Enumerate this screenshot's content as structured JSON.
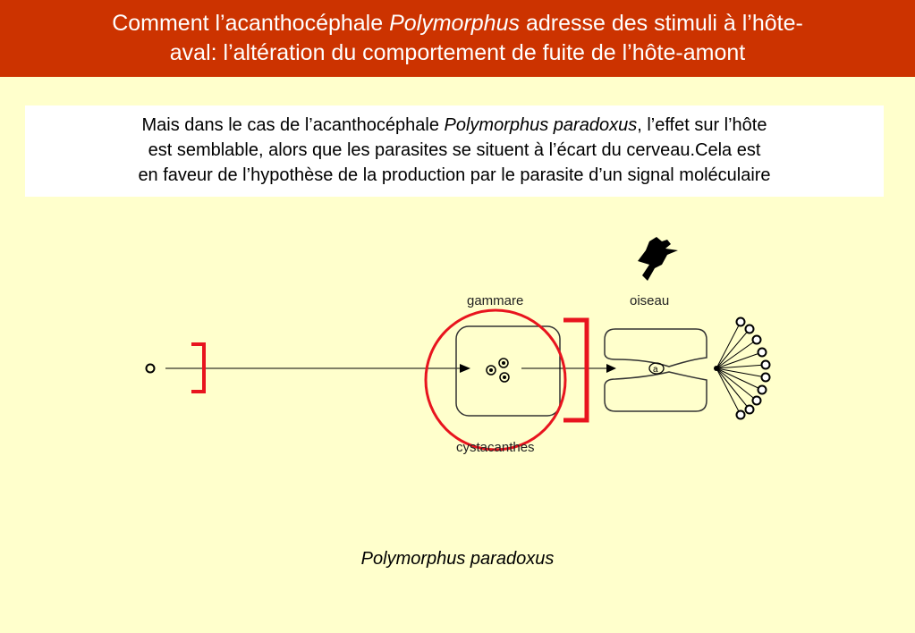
{
  "header": {
    "title_part1": "Comment l’acanthocéphale ",
    "title_species": "Polymorphus",
    "title_part2": " adresse des stimuli à l’hôte-",
    "title_line2": "aval: l’altération du comportement de fuite de l’hôte-amont"
  },
  "textbox": {
    "part1": "Mais dans le cas de l’acanthocéphale ",
    "species": "Polymorphus paradoxus",
    "part2": ", l’effet sur l’hôte",
    "line2": "est semblable, alors que les parasites se situent à l’écart du cerveau.Cela est",
    "line3": "en faveur de l’hypothèse de la production par le parasite d’un signal moléculaire"
  },
  "diagram": {
    "label_gammare": "gammare",
    "label_oiseau": "oiseau",
    "label_cystacanthes": "cystacanthes",
    "label_a": "a",
    "highlight_color": "#e8141e",
    "icons": [
      "egg-icon",
      "bird-icon",
      "cystacanth-icon",
      "egg-cluster-icon"
    ]
  },
  "caption": {
    "text": "Polymorphus paradoxus"
  }
}
